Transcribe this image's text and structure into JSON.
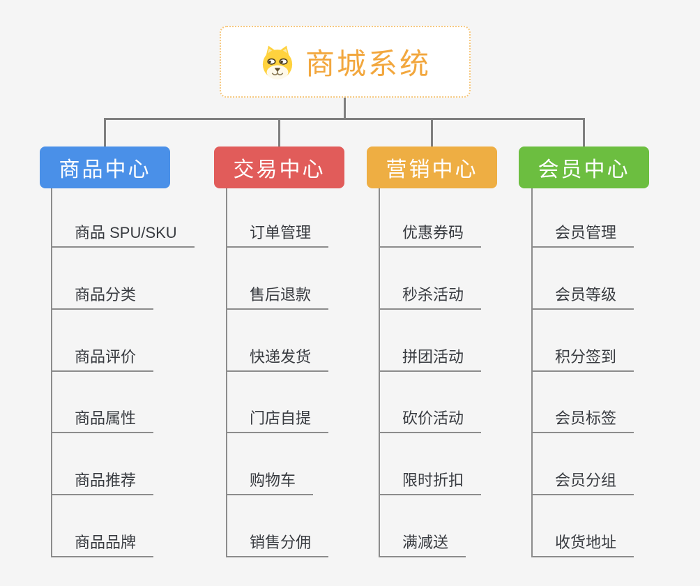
{
  "root": {
    "title": "商城系统",
    "icon": "dog-icon",
    "title_color": "#f2a73e",
    "border_color": "#f6c87f",
    "background": "#ffffff"
  },
  "connector_color": "#7f7f7f",
  "canvas_background": "#f5f5f5",
  "leaf_text_color": "#383b40",
  "leaf_line_color": "#8c8c8c",
  "branches": [
    {
      "label": "商品中心",
      "color": "#4a90e8",
      "items": [
        "商品 SPU/SKU",
        "商品分类",
        "商品评价",
        "商品属性",
        "商品推荐",
        "商品品牌"
      ]
    },
    {
      "label": "交易中心",
      "color": "#e15c5a",
      "items": [
        "订单管理",
        "售后退款",
        "快递发货",
        "门店自提",
        "购物车",
        "销售分佣"
      ]
    },
    {
      "label": "营销中心",
      "color": "#eeae43",
      "items": [
        "优惠券码",
        "秒杀活动",
        "拼团活动",
        "砍价活动",
        "限时折扣",
        "满减送"
      ]
    },
    {
      "label": "会员中心",
      "color": "#6cbe40",
      "items": [
        "会员管理",
        "会员等级",
        "积分签到",
        "会员标签",
        "会员分组",
        "收货地址"
      ]
    }
  ]
}
